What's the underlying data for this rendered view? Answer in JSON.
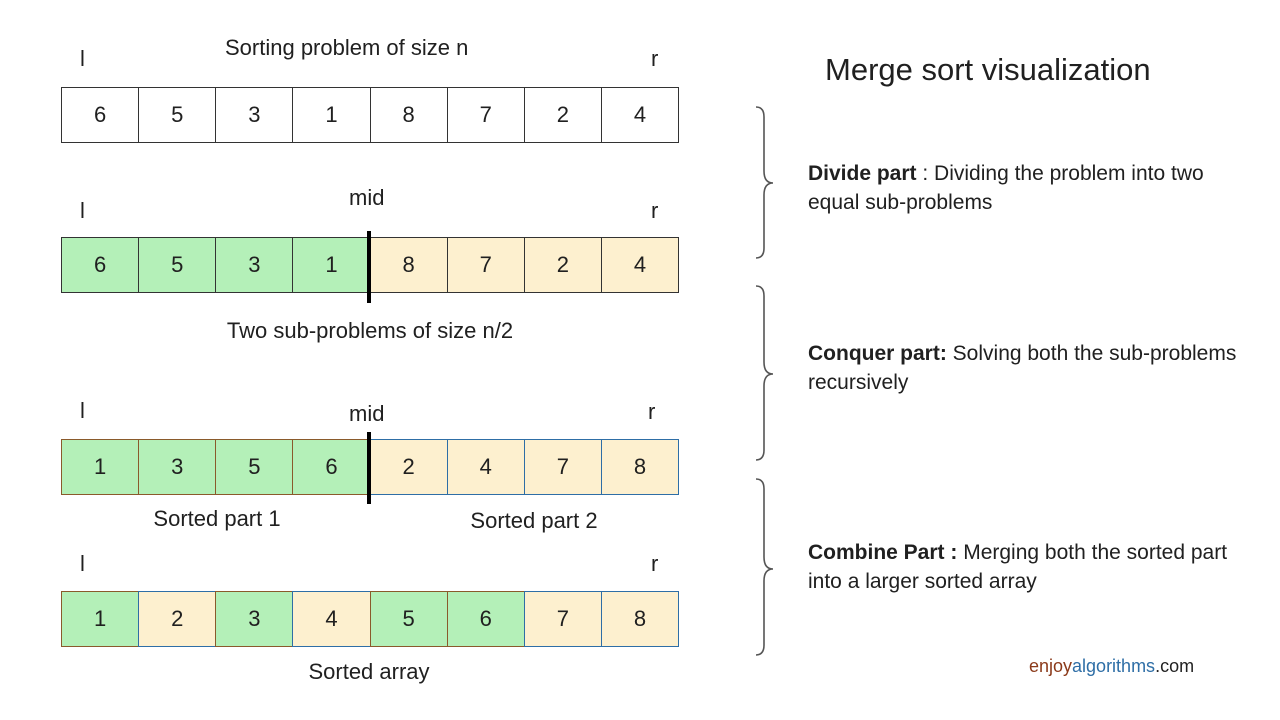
{
  "title": "Merge sort visualization",
  "rows": [
    {
      "top_caption": "Sorting problem of size n",
      "left_pointer": "l",
      "right_pointer": "r",
      "mid_pointer": "",
      "bottom_caption": "",
      "cells": [
        "6",
        "5",
        "3",
        "1",
        "8",
        "7",
        "2",
        "4"
      ]
    },
    {
      "top_caption": "",
      "left_pointer": "l",
      "right_pointer": "r",
      "mid_pointer": "mid",
      "bottom_caption": "Two sub-problems of size n/2",
      "cells": [
        "6",
        "5",
        "3",
        "1",
        "8",
        "7",
        "2",
        "4"
      ]
    },
    {
      "top_caption": "",
      "left_pointer": "l",
      "right_pointer": "r",
      "mid_pointer": "mid",
      "bottom_caption_left": "Sorted part 1",
      "bottom_caption_right": "Sorted part 2",
      "cells": [
        "1",
        "3",
        "5",
        "6",
        "2",
        "4",
        "7",
        "8"
      ]
    },
    {
      "top_caption": "",
      "left_pointer": "l",
      "right_pointer": "r",
      "mid_pointer": "",
      "bottom_caption": "Sorted array",
      "cells": [
        "1",
        "2",
        "3",
        "4",
        "5",
        "6",
        "7",
        "8"
      ]
    }
  ],
  "parts": [
    {
      "heading": "Divide part",
      "separator": " : ",
      "text": "Dividing the problem into two equal sub-problems"
    },
    {
      "heading": "Conquer part:",
      "separator": " ",
      "text": "Solving both the sub-problems recursively"
    },
    {
      "heading": "Combine Part :",
      "separator": " ",
      "text": "Merging both the sorted part into a larger sorted array"
    }
  ],
  "brand": {
    "part1": "enjoy",
    "part2": "algorithms",
    "part3": ".com"
  },
  "colors": {
    "left_half": "#b4f0b8",
    "right_half": "#fdf0cf",
    "brand_enjoy": "#8b3a1a",
    "brand_algorithms": "#2e6ea6",
    "brand_com": "#222222"
  }
}
